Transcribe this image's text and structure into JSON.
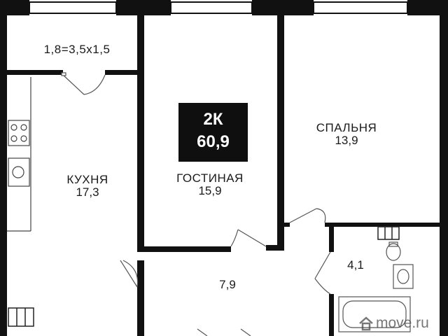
{
  "plan": {
    "apartment_type": "2К",
    "total_area": "60,9",
    "balcony_label": "1,8=3,5x1,5",
    "rooms": {
      "kitchen": {
        "name": "КУХНЯ",
        "area": "17,3"
      },
      "living": {
        "name": "ГОСТИНАЯ",
        "area": "15,9"
      },
      "bedroom": {
        "name": "СПАЛЬНЯ",
        "area": "13,9"
      },
      "hall": {
        "area": "7,9"
      },
      "bathroom": {
        "area": "4,1"
      }
    }
  },
  "watermark": {
    "text": "move.ru"
  },
  "colors": {
    "wall": "#111111",
    "window": "#ffffff",
    "badge_bg": "#0f0f0f",
    "line": "#555555"
  }
}
